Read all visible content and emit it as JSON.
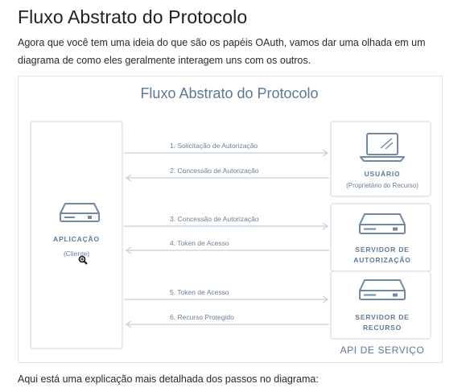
{
  "page": {
    "title": "Fluxo Abstrato do Protocolo",
    "intro_line1": "Agora que você tem uma ideia do que são os papéis OAuth, vamos dar uma olhada em um",
    "intro_line2": "diagrama de como eles geralmente interagem uns com os outros.",
    "footer": "Aqui está uma explicação mais detalhada dos passos no diagrama:"
  },
  "diagram": {
    "title": "Fluxo Abstrato do Protocolo",
    "application": {
      "name": "APLICAÇÃO",
      "sub": "(Cliente)"
    },
    "user": {
      "name": "USUÁRIO",
      "sub": "(Proprietário do Recurso)"
    },
    "auth_server": {
      "line1": "SERVIDOR DE",
      "line2": "AUTORIZAÇÃO"
    },
    "resource_server": {
      "line1": "SERVIDOR DE",
      "line2": "RECURSO"
    },
    "service_api": "API DE SERVIÇO",
    "steps": [
      "1. Solicitação de Autorização",
      "2. Concessão de Autorização",
      "3. Concessão de Autorização",
      "4. Token de Acesso",
      "5. Token de Acesso",
      "6. Recurso Protegido"
    ],
    "colors": {
      "title": "#5b7897",
      "label": "#6a7f96",
      "role": "#5e7a98",
      "arrow": "#c3d0dc",
      "box_border": "#d5dde6",
      "icon": "#6f89a6"
    }
  }
}
